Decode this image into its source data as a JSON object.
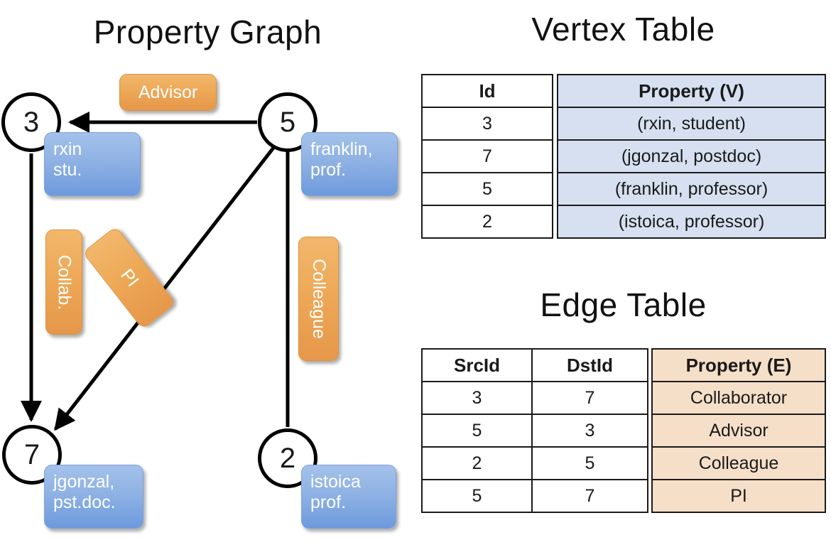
{
  "titles": {
    "property_graph": "Property Graph",
    "vertex_table": "Vertex Table",
    "edge_table": "Edge Table"
  },
  "colors": {
    "vertex_property_fill": "#D6E0F0",
    "edge_property_fill": "#F6DFC8",
    "vertex_box_blue": "#8FB2E4",
    "edge_label_orange": "#EDA856",
    "stroke": "#000000"
  },
  "graph": {
    "vertices": [
      {
        "id": "3",
        "label_line1": "rxin",
        "label_line2": "stu."
      },
      {
        "id": "5",
        "label_line1": "franklin,",
        "label_line2": "prof."
      },
      {
        "id": "7",
        "label_line1": "jgonzal,",
        "label_line2": "pst.doc."
      },
      {
        "id": "2",
        "label_line1": "istoica",
        "label_line2": "prof."
      }
    ],
    "edge_labels": [
      {
        "text": "Advisor"
      },
      {
        "text": "Collab."
      },
      {
        "text": "PI"
      },
      {
        "text": "Colleague"
      }
    ],
    "edges": [
      {
        "src": "5",
        "dst": "3",
        "label": "Advisor"
      },
      {
        "src": "3",
        "dst": "7",
        "label": "Collab."
      },
      {
        "src": "5",
        "dst": "7",
        "label": "PI"
      },
      {
        "src": "2",
        "dst": "5",
        "label": "Colleague"
      }
    ]
  },
  "vertex_table": {
    "headers": [
      "Id",
      "Property (V)"
    ],
    "rows": [
      {
        "id": "3",
        "property": "(rxin, student)"
      },
      {
        "id": "7",
        "property": "(jgonzal, postdoc)"
      },
      {
        "id": "5",
        "property": "(franklin, professor)"
      },
      {
        "id": "2",
        "property": "(istoica, professor)"
      }
    ]
  },
  "edge_table": {
    "headers": [
      "SrcId",
      "DstId",
      "Property (E)"
    ],
    "rows": [
      {
        "src": "3",
        "dst": "7",
        "property": "Collaborator"
      },
      {
        "src": "5",
        "dst": "3",
        "property": "Advisor"
      },
      {
        "src": "2",
        "dst": "5",
        "property": "Colleague"
      },
      {
        "src": "5",
        "dst": "7",
        "property": "PI"
      }
    ]
  }
}
